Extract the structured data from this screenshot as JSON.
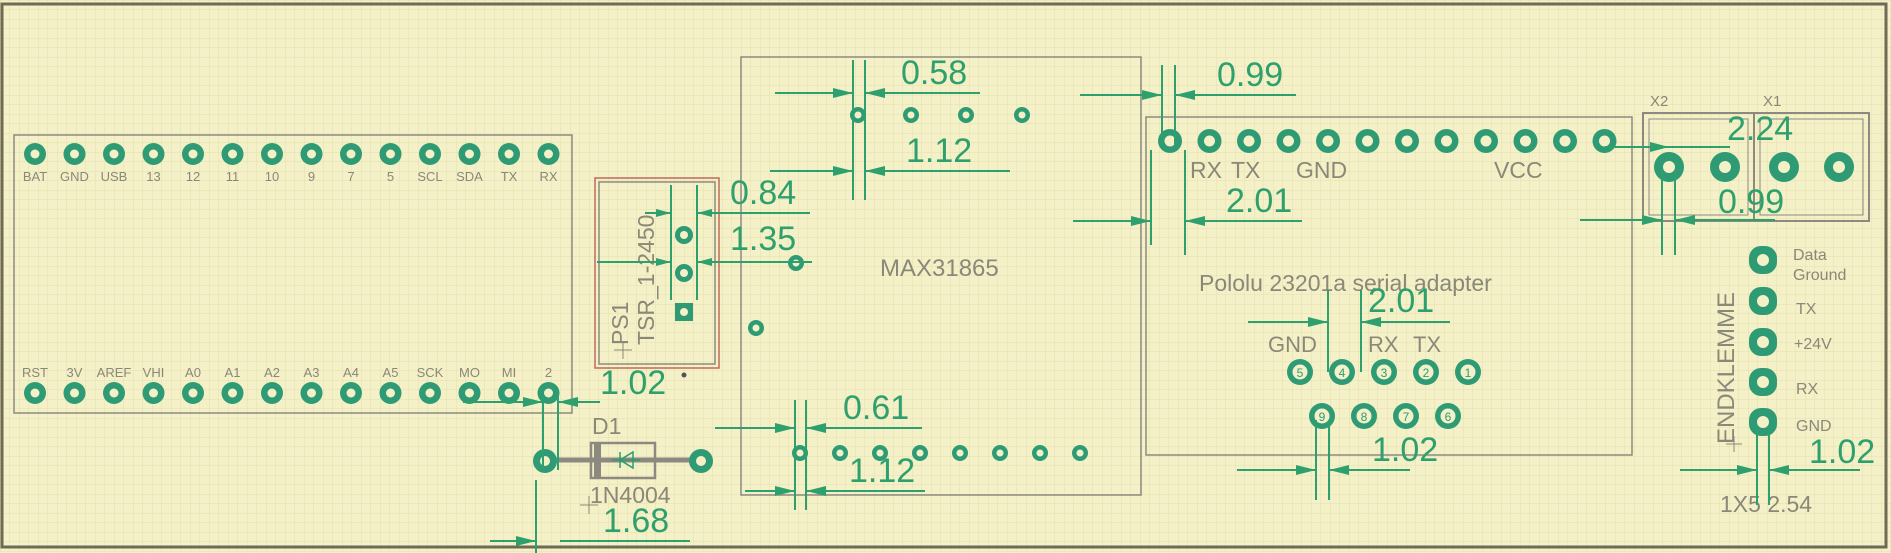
{
  "colors": {
    "background": "#f4f0c8",
    "grid": "#e4dfad",
    "outline": "#8c8a80",
    "copper": "#2e9b74",
    "pad_hole": "#f4f0c8",
    "label": "#8a8878",
    "dimension": "#2ea06e",
    "ps1_outline": "#c06a5a"
  },
  "arduino": {
    "top_labels": [
      "BAT",
      "GND",
      "USB",
      "13",
      "12",
      "11",
      "10",
      "9",
      "7",
      "5",
      "SCL",
      "SDA",
      "TX",
      "RX"
    ],
    "bottom_labels": [
      "RST",
      "3V",
      "AREF",
      "VHI",
      "A0",
      "A1",
      "A2",
      "A3",
      "A4",
      "A5",
      "SCK",
      "MO",
      "MI",
      "2"
    ]
  },
  "ps1": {
    "name": "PS1",
    "value": "TSR_1-2450"
  },
  "d1": {
    "name": "D1",
    "value": "1N4004"
  },
  "max": {
    "name": "MAX31865"
  },
  "pololu": {
    "name": "Pololu 23201a serial adapter",
    "labels": {
      "rx": "RX",
      "tx": "TX",
      "gnd": "GND",
      "vcc": "VCC",
      "db9_gnd": "GND",
      "db9_rx": "RX",
      "db9_tx": "TX"
    },
    "db9_numbers_top": [
      "5",
      "4",
      "3",
      "2",
      "1"
    ],
    "db9_numbers_bottom": [
      "9",
      "8",
      "7",
      "6"
    ]
  },
  "terminals": {
    "x2": "X2",
    "x1": "X1"
  },
  "endklemme": {
    "name": "ENDKLEMME",
    "value": "1X5 2.54",
    "pins": [
      "Data\nGround",
      "TX",
      "+24V",
      "RX",
      "GND"
    ]
  },
  "dimensions": {
    "d058": "0.58",
    "d099a": "0.99",
    "d224": "2.24",
    "d112a": "1.12",
    "d084": "0.84",
    "d135": "1.35",
    "d201a": "2.01",
    "d099b": "0.99",
    "d201b": "2.01",
    "d102a": "1.02",
    "d061": "0.61",
    "d112b": "1.12",
    "d102b": "1.02",
    "d102c": "1.02",
    "d168": "1.68"
  }
}
